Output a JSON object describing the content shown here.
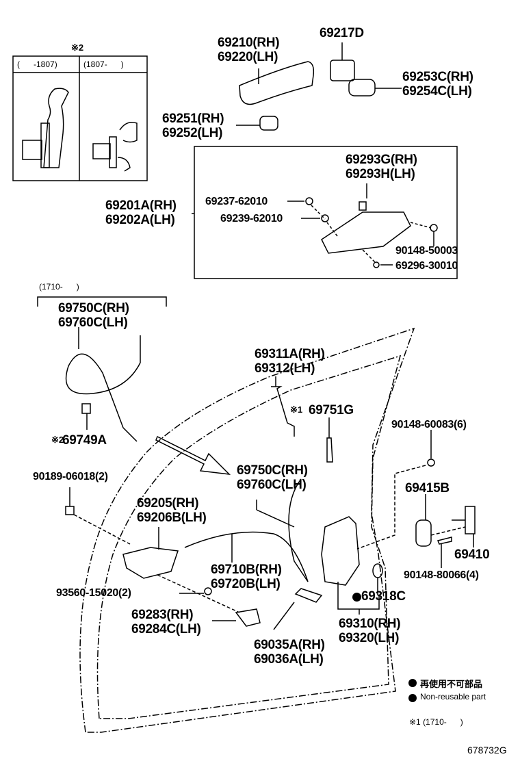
{
  "inset": {
    "mark": "※2",
    "col_left": "(      -1807)",
    "col_right": "(1807-      )"
  },
  "parts": {
    "outer_handle": [
      "69210(RH)",
      "69220(LH)"
    ],
    "key_cylinder_cap": "69217D",
    "handle_pad_rear": [
      "69253C(RH)",
      "69254C(LH)"
    ],
    "handle_cover": [
      "69251(RH)",
      "69252(LH)"
    ],
    "frame_assy": [
      "69201A(RH)",
      "69202A(LH)"
    ],
    "frame_cover": [
      "69293G(RH)",
      "69293H(LH)"
    ],
    "gasket_1": "69237-62010",
    "gasket_2": "69239-62010",
    "bolt_frame": "90148-50003",
    "screw_frame": "69296-30010",
    "cable_group_range": "(1710-      )",
    "cable_upper": [
      "69750C(RH)",
      "69760C(LH)"
    ],
    "clip_69749A": "69749A",
    "clip_69749A_mark": "※2",
    "lock_rod": [
      "69311A(RH)",
      "69312(LH)"
    ],
    "rod_clip": "69751G",
    "rod_clip_mark": "※1",
    "bolt_6": "90148-60083(6)",
    "cable_lower": [
      "69750C(RH)",
      "69760C(LH)"
    ],
    "clip_2": "90189-06018(2)",
    "inner_handle": [
      "69205(RH)",
      "69206B(LH)"
    ],
    "striker_cover": "69415B",
    "striker": "69410",
    "striker_screw": "90148-80066(4)",
    "inner_cable": [
      "69710B(RH)",
      "69720B(LH)"
    ],
    "screw_2": "93560-15020(2)",
    "non_reusable_part": "69318C",
    "handle_bezel": [
      "69283(RH)",
      "69284C(LH)"
    ],
    "lock_assy": [
      "69310(RH)",
      "69320(LH)"
    ],
    "lock_protector": [
      "69035A(RH)",
      "69036A(LH)"
    ]
  },
  "legend": {
    "jp": "再使用不可部品",
    "en": "Non-reusable part",
    "note1": "※1 (1710-      )"
  },
  "diagram_id": "678732G"
}
